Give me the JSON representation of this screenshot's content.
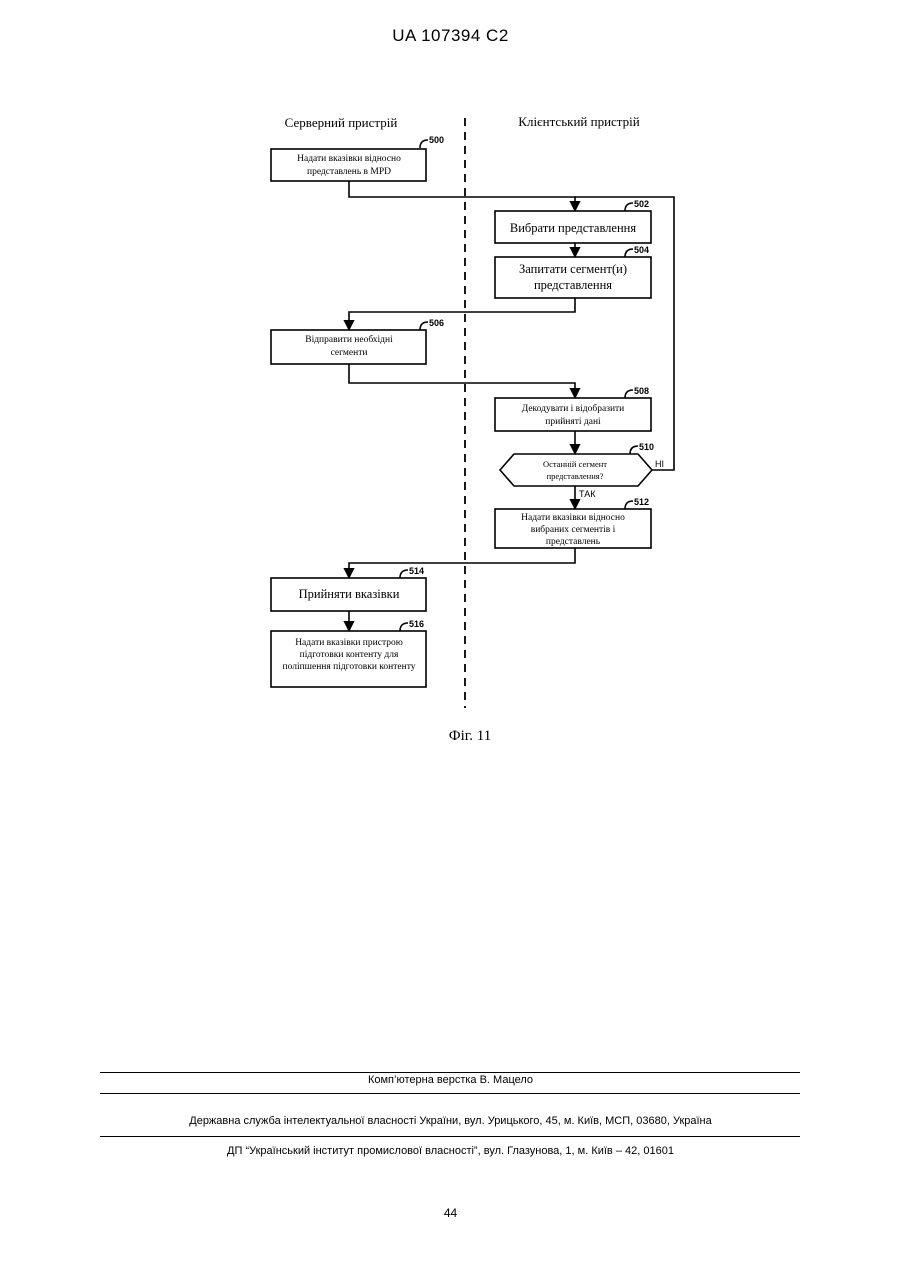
{
  "header": {
    "doc_id": "UA   107394   C2"
  },
  "diagram": {
    "lanes": {
      "server": "Серверний пристрій",
      "client": "Клієнтський пристрій"
    },
    "steps": [
      {
        "id": "500",
        "lines": [
          "Надати вказівки відносно",
          "представлень в MPD"
        ]
      },
      {
        "id": "502",
        "lines": [
          "Вибрати представлення"
        ]
      },
      {
        "id": "504",
        "lines": [
          "Запитати сегмент(и)",
          "представлення"
        ]
      },
      {
        "id": "506",
        "lines": [
          "Відправити необхідні",
          "сегменти"
        ]
      },
      {
        "id": "508",
        "lines": [
          "Декодувати і відобразити",
          "прийняті дані"
        ]
      },
      {
        "id": "510",
        "lines": [
          "Останній сегмент",
          "представлення?"
        ]
      },
      {
        "id": "512",
        "lines": [
          "Надати вказівки відносно",
          "вибраних сегментів і",
          "представлень"
        ]
      },
      {
        "id": "514",
        "lines": [
          "Прийняти вказівки"
        ]
      },
      {
        "id": "516",
        "lines": [
          "Надати вказівки пристрою",
          "підготовки контенту для",
          "поліпшення підготовки контенту"
        ]
      }
    ],
    "branch_no": "НІ",
    "branch_yes": "ТАК",
    "figure_caption": "Фіг. 11"
  },
  "footer": {
    "layout_credit": "Комп’ютерна верстка В. Мацело",
    "agency": "Державна служба інтелектуальної власності України, вул. Урицького, 45, м. Київ, МСП, 03680, Україна",
    "institute": "ДП “Український інститут промислової власності”, вул. Глазунова, 1, м. Київ – 42, 01601",
    "page_number": "44"
  }
}
